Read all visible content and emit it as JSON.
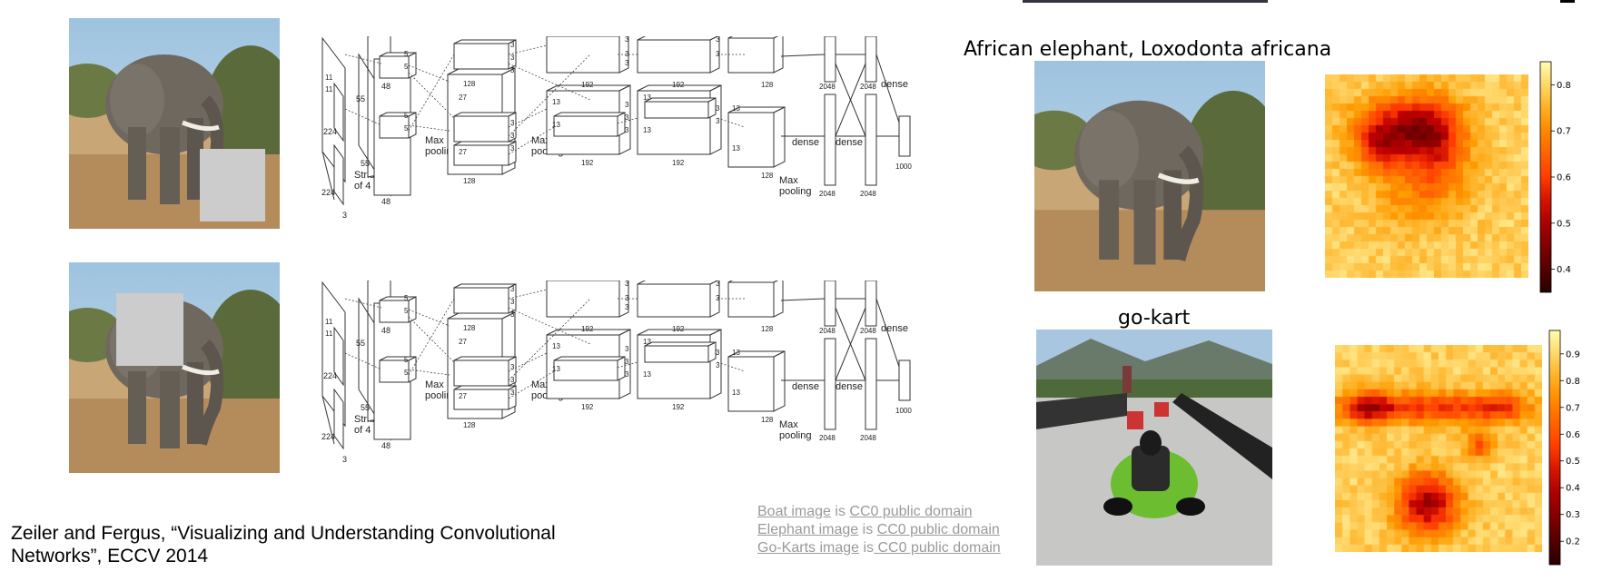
{
  "class_labels": {
    "elephant": "African elephant, Loxodonta africana",
    "kart": "go-kart"
  },
  "citation": {
    "line1": "Zeiler and Fergus, “Visualizing and Understanding Convolutional",
    "line2": "Networks”, ECCV 2014"
  },
  "credits": [
    {
      "link": "Boat image",
      "mid": " is ",
      "license": "CC0 public domain"
    },
    {
      "link": "Elephant image",
      "mid": " is ",
      "license": "CC0 public domain"
    },
    {
      "link": "Go-Karts image",
      "mid": " is",
      "license": " CC0 public domain"
    }
  ],
  "network": {
    "input_labels": [
      "224",
      "224",
      "3",
      "11",
      "11"
    ],
    "stride_label": "Stride",
    "stride_of": "of 4",
    "layer_labels": [
      "55",
      "48",
      "5",
      "27",
      "128",
      "3",
      "13",
      "192",
      "128",
      "2048",
      "dense",
      "1000"
    ],
    "max_pooling": "Max",
    "pooling": "pooling",
    "dense": "dense"
  },
  "colorbars": {
    "elephant": [
      "0.8",
      "0.7",
      "0.6",
      "0.5",
      "0.4"
    ],
    "kart": [
      "0.9",
      "0.8",
      "0.7",
      "0.6",
      "0.5",
      "0.4",
      "0.3",
      "0.2"
    ]
  },
  "colors": {
    "occluder": "#cccccc",
    "credit_text": "#9a9a9a",
    "heat_low": "#1a0000",
    "heat_high": "#ffffd0"
  }
}
